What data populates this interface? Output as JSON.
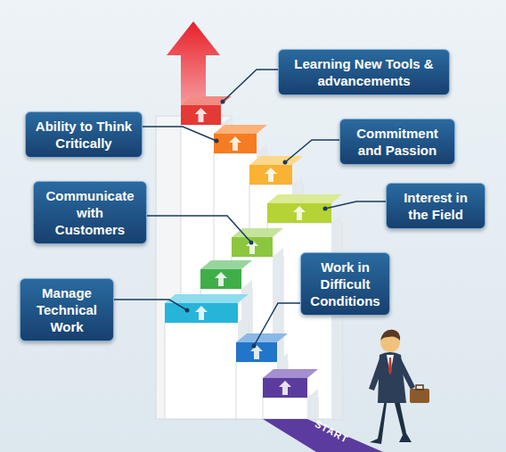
{
  "diagram": {
    "nodes": [
      {
        "text": [
          "Learning New Tools & advancements"
        ]
      },
      {
        "text": [
          "Ability to Think Critically"
        ]
      },
      {
        "text": [
          "Commitment and Passion"
        ]
      },
      {
        "text": [
          "Communicate with Customers"
        ]
      },
      {
        "text": [
          "Interest in the Field"
        ]
      },
      {
        "text": [
          "Manage Technical Work"
        ]
      },
      {
        "text": [
          "Work in Difficult Conditions"
        ]
      }
    ],
    "labels": [
      "START"
    ]
  }
}
